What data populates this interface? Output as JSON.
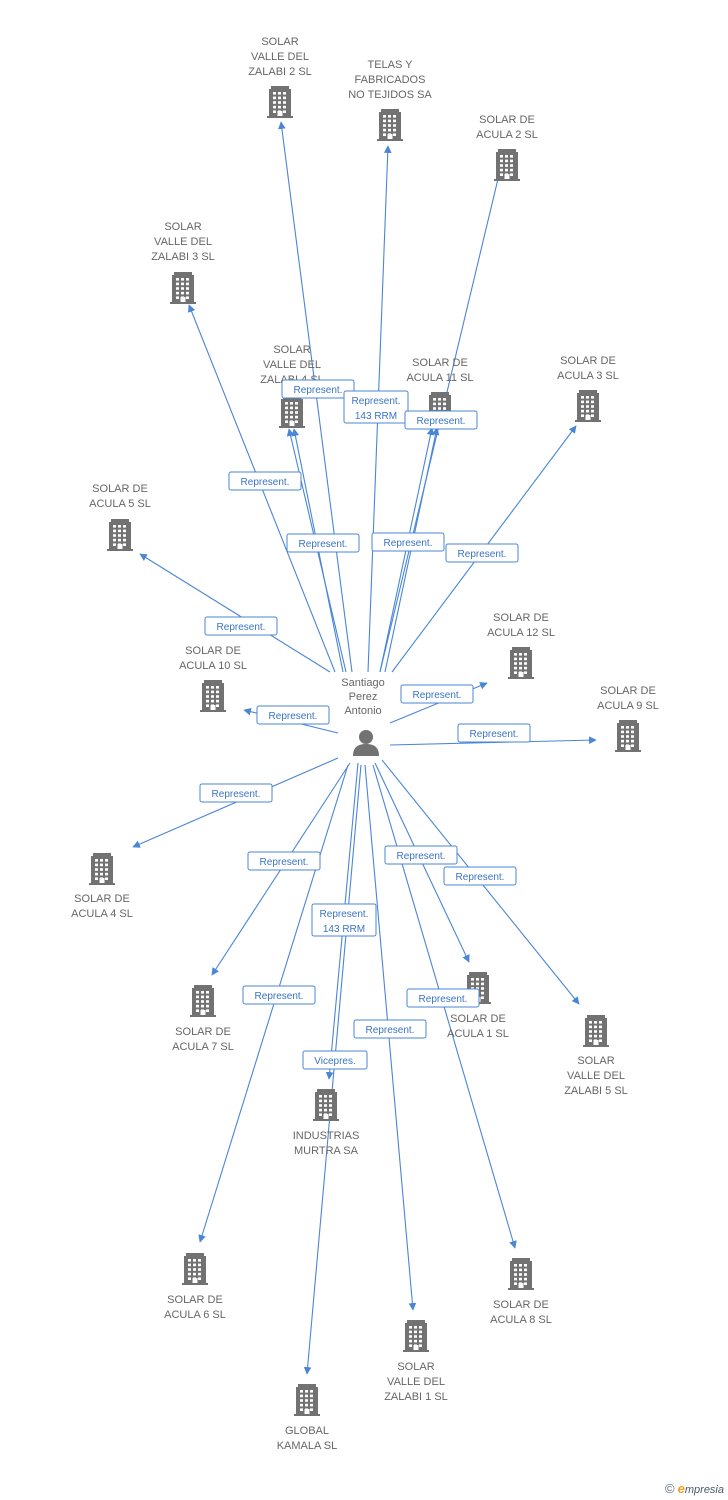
{
  "center": {
    "lines": [
      "Santiago",
      "Perez",
      "Antonio"
    ]
  },
  "colors": {
    "edge": "#4a86d6",
    "icon": "#727272",
    "label": "#666666"
  },
  "nodes": [
    {
      "id": "zalabi2",
      "lines": [
        "SOLAR",
        "VALLE DEL",
        "ZALABI 2 SL"
      ],
      "icon": "building-icon"
    },
    {
      "id": "telas",
      "lines": [
        "TELAS Y",
        "FABRICADOS",
        "NO TEJIDOS SA"
      ],
      "icon": "building-icon"
    },
    {
      "id": "acula2",
      "lines": [
        "SOLAR DE",
        "ACULA 2 SL"
      ],
      "icon": "building-icon"
    },
    {
      "id": "zalabi3",
      "lines": [
        "SOLAR",
        "VALLE DEL",
        "ZALABI 3 SL"
      ],
      "icon": "building-icon"
    },
    {
      "id": "zalabi4",
      "lines": [
        "SOLAR",
        "VALLE DEL",
        "ZALABI 4 SL"
      ],
      "icon": "building-icon"
    },
    {
      "id": "acula11",
      "lines": [
        "SOLAR DE",
        "ACULA 11 SL"
      ],
      "icon": "building-icon"
    },
    {
      "id": "acula3",
      "lines": [
        "SOLAR DE",
        "ACULA 3 SL"
      ],
      "icon": "building-icon"
    },
    {
      "id": "acula5",
      "lines": [
        "SOLAR DE",
        "ACULA 5 SL"
      ],
      "icon": "building-icon"
    },
    {
      "id": "acula12",
      "lines": [
        "SOLAR DE",
        "ACULA 12 SL"
      ],
      "icon": "building-icon"
    },
    {
      "id": "acula10",
      "lines": [
        "SOLAR DE",
        "ACULA 10 SL"
      ],
      "icon": "building-icon"
    },
    {
      "id": "acula9",
      "lines": [
        "SOLAR DE",
        "ACULA 9 SL"
      ],
      "icon": "building-icon"
    },
    {
      "id": "acula4",
      "lines": [
        "SOLAR DE",
        "ACULA 4 SL"
      ],
      "icon": "building-icon"
    },
    {
      "id": "acula7",
      "lines": [
        "SOLAR DE",
        "ACULA 7 SL"
      ],
      "icon": "building-icon"
    },
    {
      "id": "acula1",
      "lines": [
        "SOLAR DE",
        "ACULA 1 SL"
      ],
      "icon": "building-icon"
    },
    {
      "id": "zalabi5",
      "lines": [
        "SOLAR",
        "VALLE DEL",
        "ZALABI 5 SL"
      ],
      "icon": "building-icon"
    },
    {
      "id": "murtra",
      "lines": [
        "INDUSTRIAS",
        "MURTRA SA"
      ],
      "icon": "building-icon"
    },
    {
      "id": "acula6",
      "lines": [
        "SOLAR DE",
        "ACULA 6 SL"
      ],
      "icon": "building-icon"
    },
    {
      "id": "acula8",
      "lines": [
        "SOLAR DE",
        "ACULA 8 SL"
      ],
      "icon": "building-icon"
    },
    {
      "id": "zalabi1",
      "lines": [
        "SOLAR",
        "VALLE DEL",
        "ZALABI 1 SL"
      ],
      "icon": "building-icon"
    },
    {
      "id": "kamala",
      "lines": [
        "GLOBAL",
        "KAMALA SL"
      ],
      "icon": "building-icon"
    }
  ],
  "edges": [
    {
      "to": "zalabi2",
      "label": [
        "Represent."
      ]
    },
    {
      "to": "telas",
      "label": [
        "Represent.",
        "143 RRM"
      ]
    },
    {
      "to": "acula2",
      "label": [
        "Represent."
      ]
    },
    {
      "to": "zalabi3",
      "label": [
        "Represent."
      ]
    },
    {
      "to": "zalabi4",
      "label": [
        "Represent."
      ]
    },
    {
      "to": "acula11",
      "label": [
        "Represent."
      ]
    },
    {
      "to": "acula3",
      "label": [
        "Represent."
      ]
    },
    {
      "to": "acula5",
      "label": [
        "Represent."
      ]
    },
    {
      "to": "acula12",
      "label": [
        "Represent."
      ]
    },
    {
      "to": "acula10",
      "label": [
        "Represent."
      ]
    },
    {
      "to": "acula9",
      "label": [
        "Represent."
      ]
    },
    {
      "to": "acula4",
      "label": [
        "Represent."
      ]
    },
    {
      "to": "acula7",
      "label": [
        "Represent."
      ]
    },
    {
      "to": "acula1",
      "label": [
        "Represent."
      ]
    },
    {
      "to": "zalabi5",
      "label": [
        "Represent."
      ]
    },
    {
      "to": "murtra",
      "label": [
        "Represent.",
        "143 RRM"
      ]
    },
    {
      "to": "acula6",
      "label": [
        "Represent."
      ]
    },
    {
      "to": "acula8",
      "label": [
        "Represent."
      ]
    },
    {
      "to": "zalabi1",
      "label": [
        "Represent."
      ]
    },
    {
      "to": "kamala",
      "label": [
        "Vicepres."
      ]
    },
    {
      "to": "acula11",
      "label": [
        "Represent."
      ]
    },
    {
      "to": "zalabi4",
      "label": [
        "Represent."
      ]
    }
  ],
  "brand": {
    "symbol": "©",
    "initial": "e",
    "rest": "mpresia"
  }
}
